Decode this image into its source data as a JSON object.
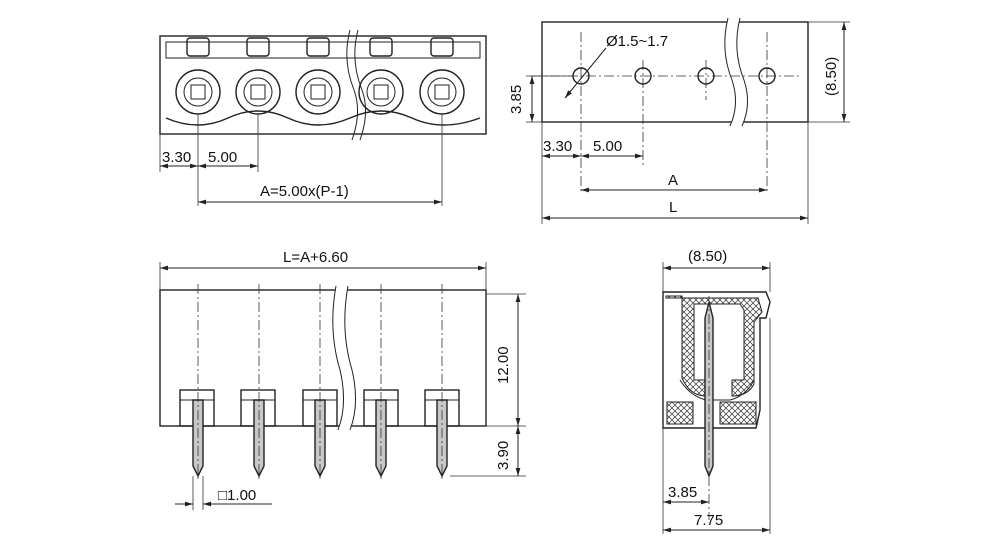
{
  "views": {
    "front": {
      "dim_edge": "3.30",
      "dim_pitch": "5.00",
      "dim_a": "A=5.00x(P-1)"
    },
    "top": {
      "dim_hole": "Ø1.5~1.7",
      "dim_edge": "3.30",
      "dim_pitch": "5.00",
      "dim_hole_y": "3.85",
      "dim_depth": "(8.50)",
      "dim_a": "A",
      "dim_l": "L"
    },
    "bottom": {
      "dim_l": "L=A+6.60",
      "dim_height": "12.00",
      "dim_pin": "3.90",
      "dim_square": "□1.00"
    },
    "side": {
      "dim_width": "(8.50)",
      "dim_pin_offset": "3.85",
      "dim_bottom": "7.75"
    }
  }
}
